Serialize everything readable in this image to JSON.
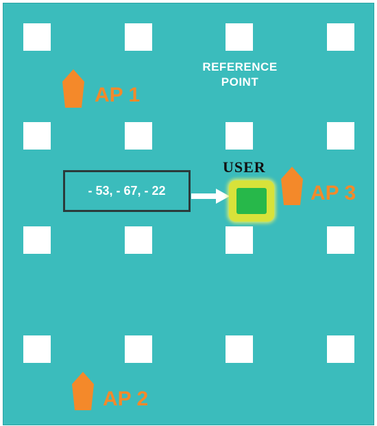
{
  "reference_point": {
    "label_line1": "REFERENCE",
    "label_line2": "POINT"
  },
  "access_points": [
    {
      "id": "ap1",
      "label": "AP 1"
    },
    {
      "id": "ap2",
      "label": "AP 2"
    },
    {
      "id": "ap3",
      "label": "AP 3"
    }
  ],
  "user": {
    "label": "USER"
  },
  "rssi_reading": {
    "text": "- 53, - 67, - 22"
  },
  "colors": {
    "background": "#3bbcbc",
    "reference_point": "#ffffff",
    "access_point": "#f4892a",
    "user_outer": "#d8e23a",
    "user_inner": "#27b84a"
  },
  "icons": {
    "access_point": "ap-pentagon-icon",
    "arrow": "arrow-right-icon"
  }
}
